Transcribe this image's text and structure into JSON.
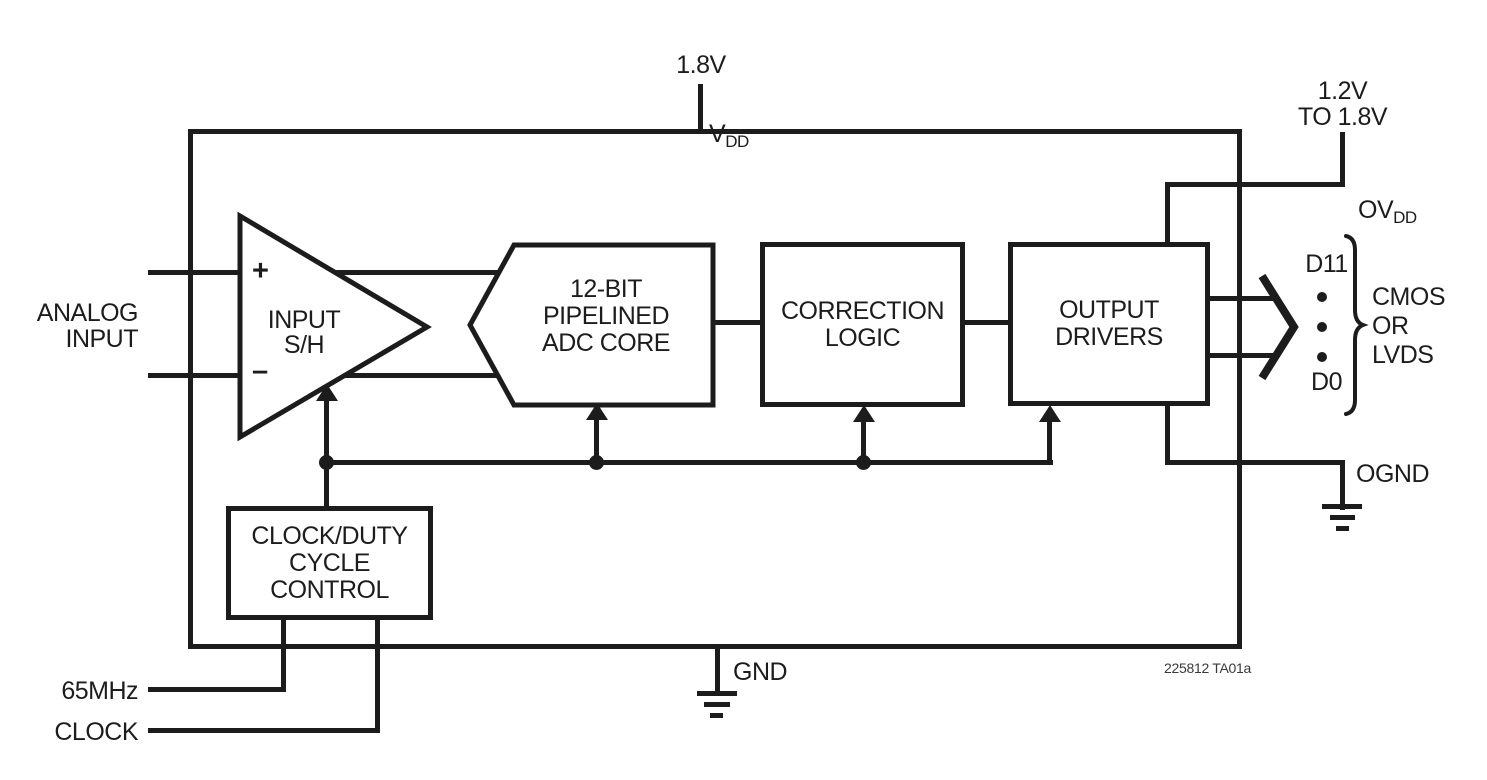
{
  "figure": {
    "id": "225812 TA01a"
  },
  "labels": {
    "vdd_voltage": "1.8V",
    "vdd_pin": "V",
    "vdd_pin_sub": "DD",
    "ovdd_voltage": "1.2V\nTO 1.8V",
    "ovdd_pin": "OV",
    "ovdd_pin_sub": "DD",
    "analog_input": "ANALOG\nINPUT",
    "amp_plus": "+",
    "amp_minus": "–",
    "clock_freq": "65MHz",
    "clock": "CLOCK",
    "gnd": "GND",
    "ognd": "OGND",
    "d_high": "D11",
    "d_low": "D0",
    "output_modes": "CMOS\nOR\nLVDS"
  },
  "blocks": {
    "input_sh": "INPUT\nS/H",
    "adc_core": "12-BIT\nPIPELINED\nADC CORE",
    "correction_logic": "CORRECTION\nLOGIC",
    "output_drivers": "OUTPUT\nDRIVERS",
    "clock_duty": "CLOCK/DUTY\nCYCLE\nCONTROL"
  },
  "colors": {
    "ink": "#1c1c1c",
    "background": "#ffffff"
  }
}
